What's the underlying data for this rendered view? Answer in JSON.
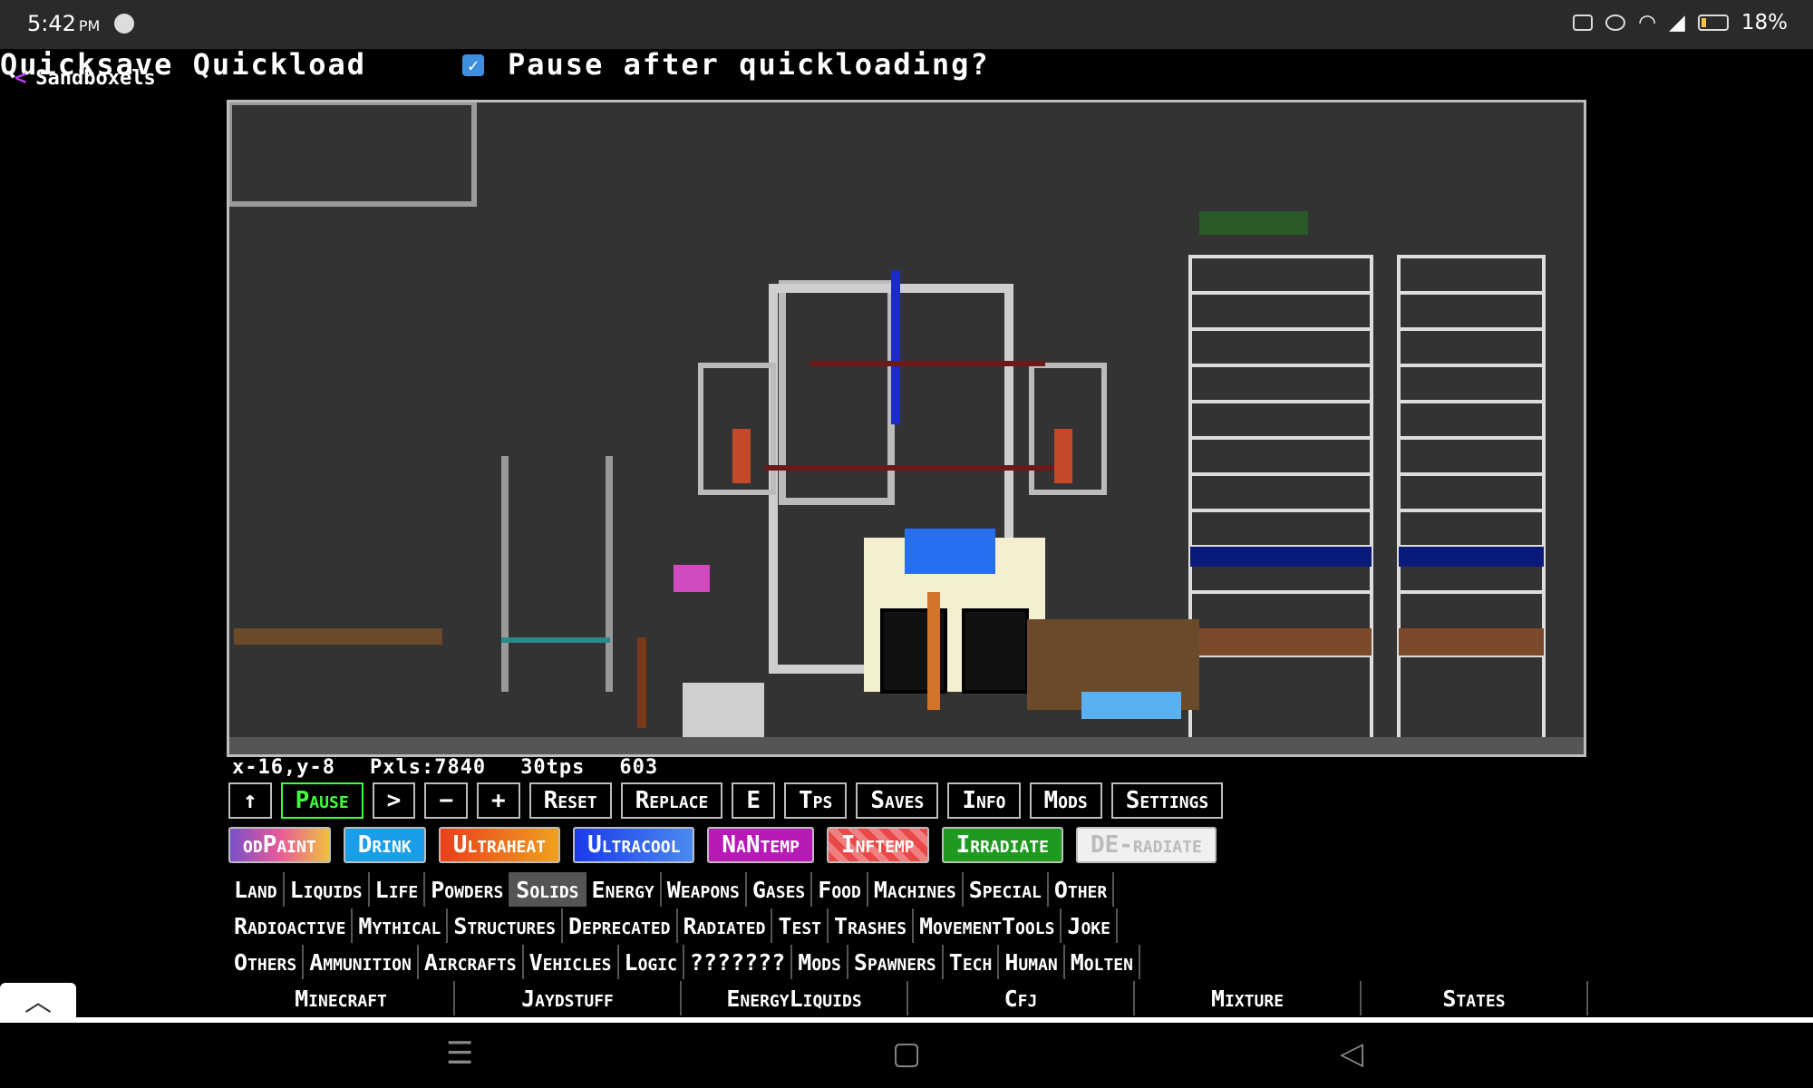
{
  "status_bar": {
    "time": "5:42",
    "ampm": "PM",
    "battery": "18%"
  },
  "top_menu": {
    "quicksave": "Quicksave",
    "quickload": "Quickload",
    "pause_checkbox_checked": true,
    "pause_label": "Pause after quickloading?"
  },
  "back": {
    "label": "Sandboxels"
  },
  "info_bar": {
    "coords": "x-16,y-8",
    "pixels": "Pxls:7840",
    "tps": "30tps",
    "count": "603"
  },
  "toolbar": [
    "Pause",
    "Reset",
    "Replace",
    "E",
    "Tps",
    "Saves",
    "Info",
    "Mods",
    "Settings"
  ],
  "toolbar_icons": {
    "up": "↑",
    "step": ">",
    "minus": "−",
    "plus": "+"
  },
  "effects": [
    {
      "label": "odPaint",
      "color": "#7a4fc9"
    },
    {
      "label": "Drink",
      "color": "#1a9ee8"
    },
    {
      "label": "Ultraheat",
      "color": "#e8401a"
    },
    {
      "label": "Ultracool",
      "color": "#1a3ae8"
    },
    {
      "label": "NaNtemp",
      "color": "#b81ab8"
    },
    {
      "label": "Inftemp",
      "color": "#e84848"
    },
    {
      "label": "Irradiate",
      "color": "#1e9a1e"
    },
    {
      "label": "DE-radiate",
      "color": "#f0f0f0"
    }
  ],
  "categories": {
    "row1": [
      "Land",
      "Liquids",
      "Life",
      "Powders",
      "Solids",
      "Energy",
      "Weapons",
      "Gases",
      "Food",
      "Machines",
      "Special",
      "Other"
    ],
    "row2": [
      "Radioactive",
      "Mythical",
      "Structures",
      "Deprecated",
      "Radiated",
      "Test",
      "Trashes",
      "MovementTools",
      "Joke"
    ],
    "row3": [
      "Others",
      "Ammunition",
      "Aircrafts",
      "Vehicles",
      "Logic",
      "???????",
      "Mods",
      "Spawners",
      "Tech",
      "Human",
      "Molten"
    ],
    "row4": [
      "Minecraft",
      "Jaydstuff",
      "EnergyLiquids",
      "Cfj",
      "Mixture",
      "States"
    ],
    "selected": "Solids"
  },
  "nav": {
    "menu": "☰",
    "home": "▢",
    "back": "◁"
  }
}
